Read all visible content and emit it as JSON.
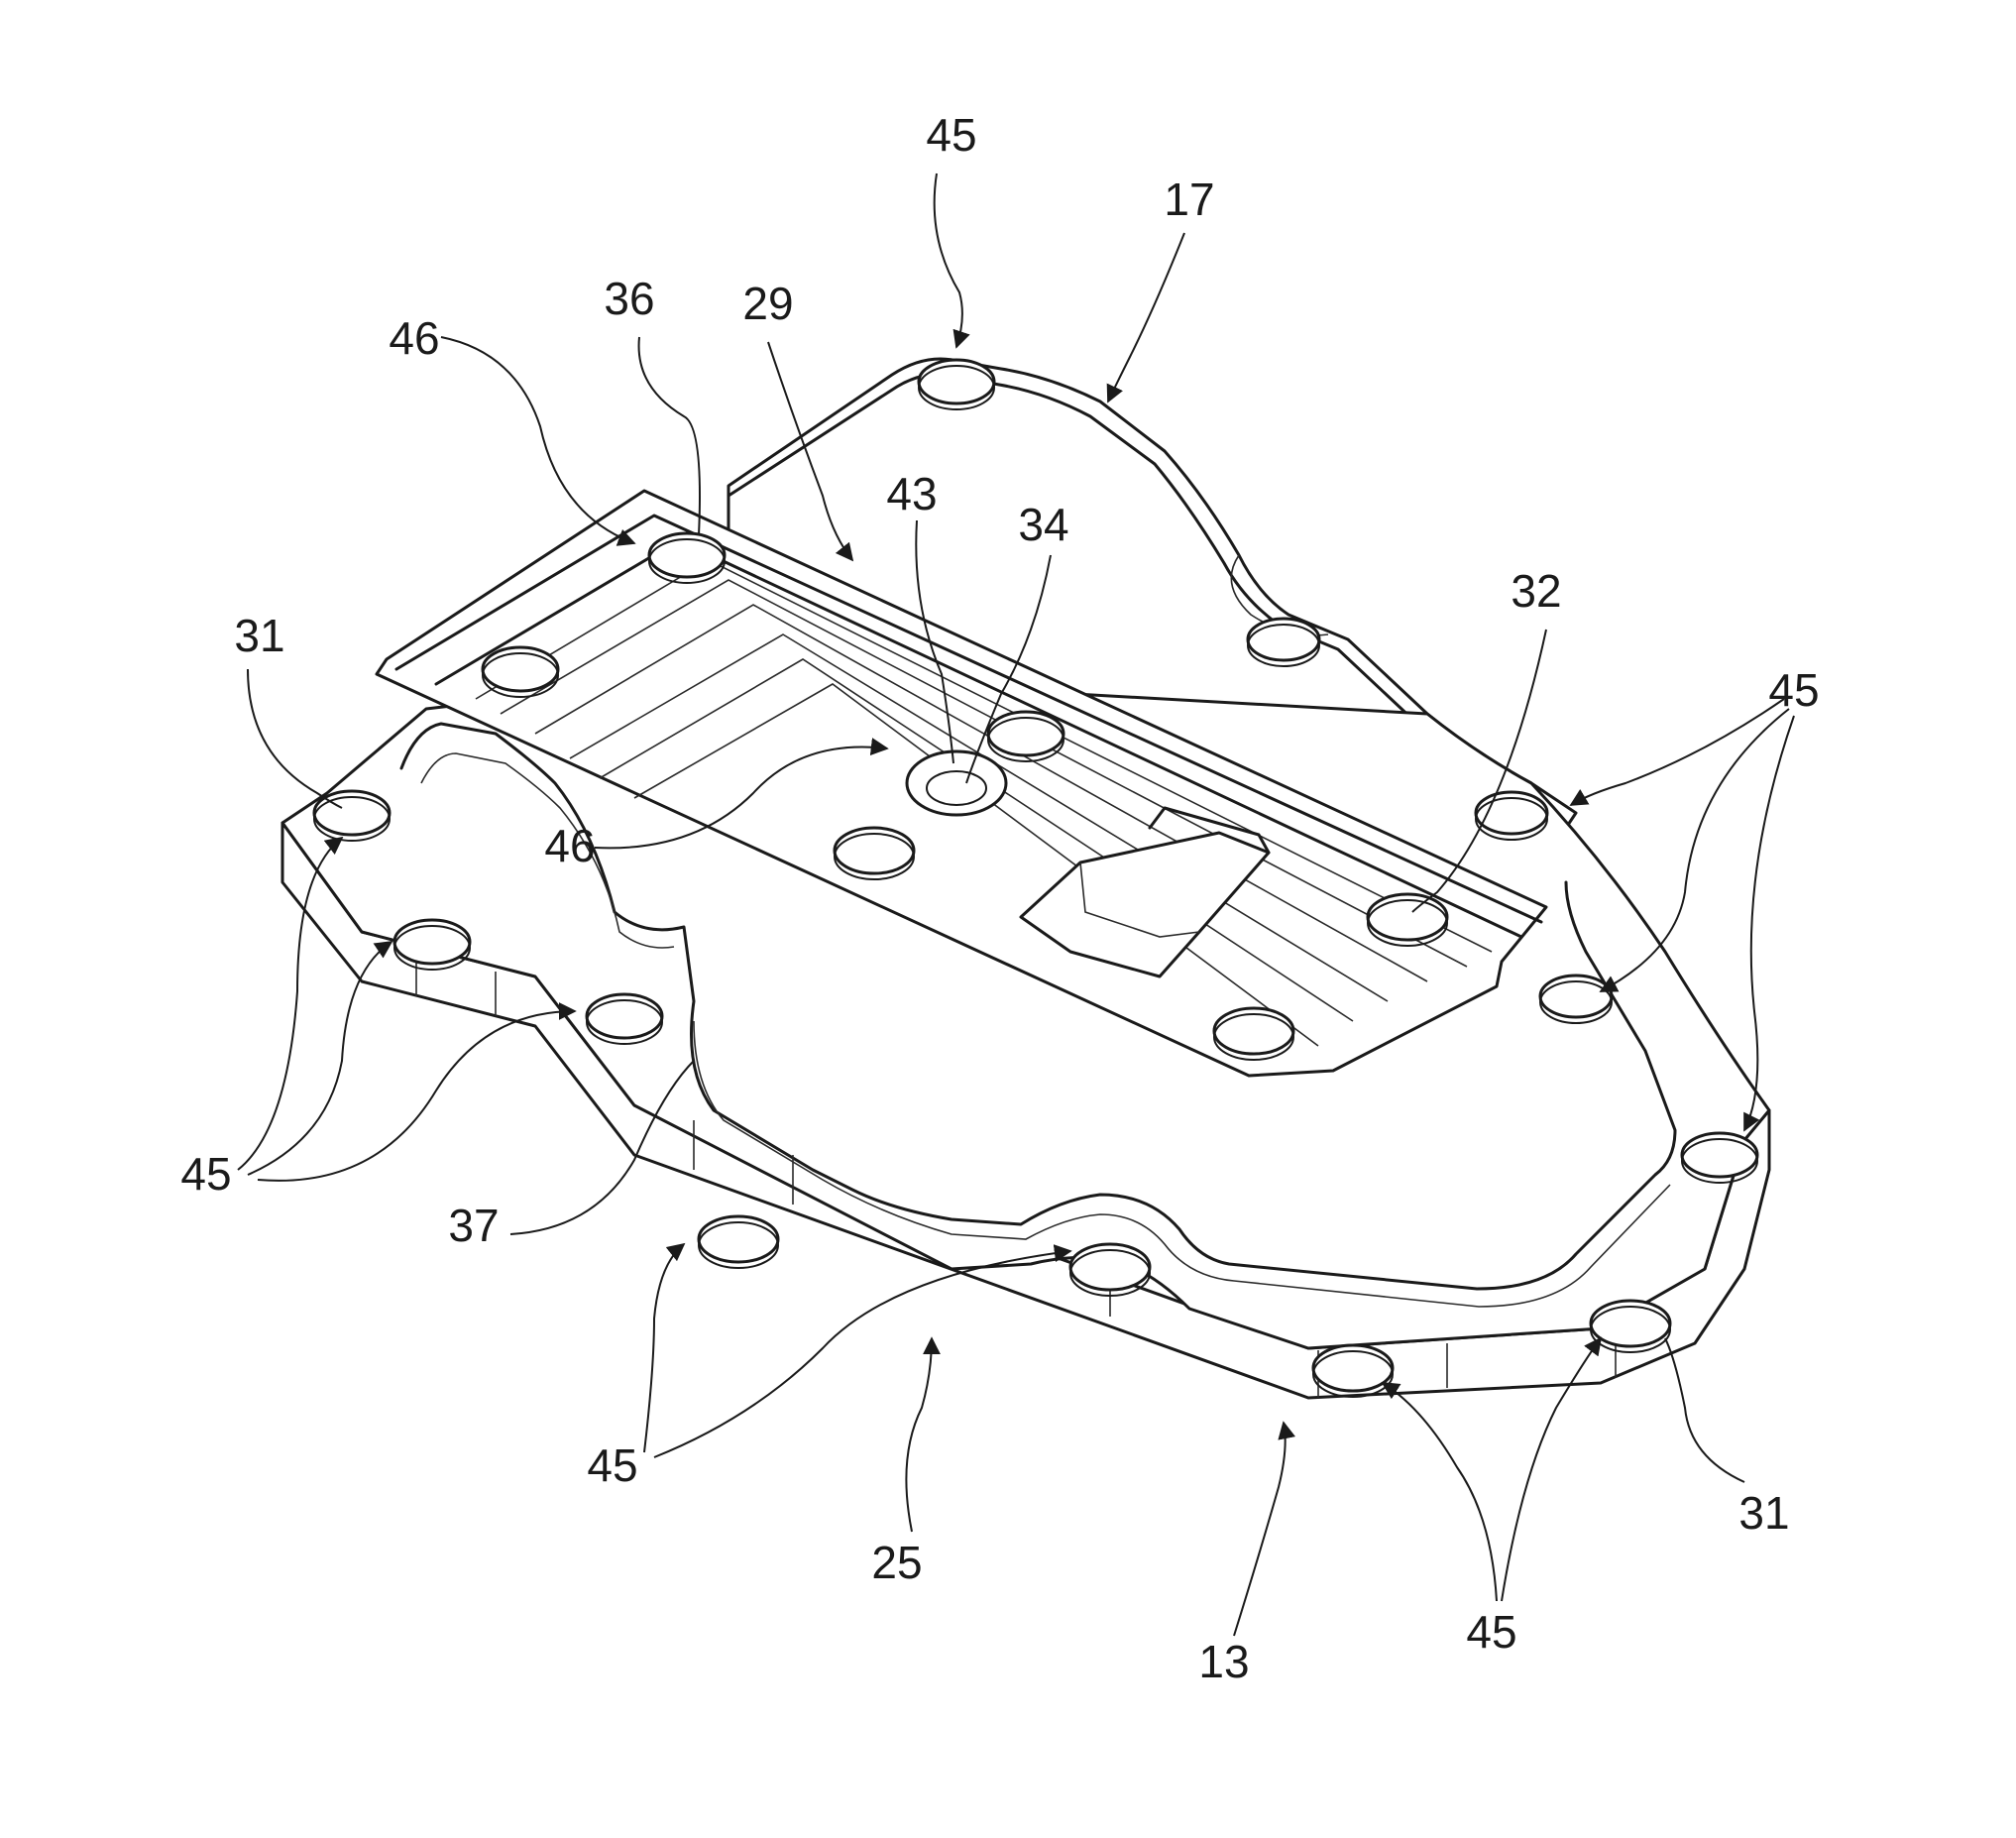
{
  "labels": {
    "l45_top": "45",
    "l17": "17",
    "l46_upper": "46",
    "l36": "36",
    "l29": "29",
    "l43": "43",
    "l34": "34",
    "l32": "32",
    "l31_left": "31",
    "l45_right": "45",
    "l46_lower": "46",
    "l45_left": "45",
    "l37": "37",
    "l45_bottom_left": "45",
    "l25": "25",
    "l13": "13",
    "l45_bottom_right": "45",
    "l31_right": "31"
  }
}
